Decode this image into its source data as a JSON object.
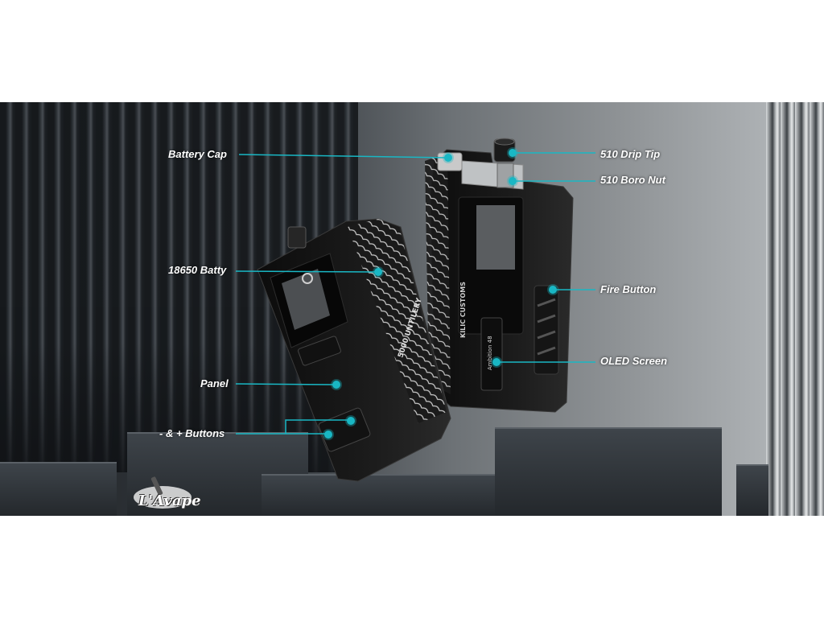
{
  "callouts": {
    "battery_cap": "Battery Cap",
    "drip_tip": "510 Drip Tip",
    "boro_nut": "510 Boro Nut",
    "battery": "18650 Batty",
    "fire_button": "Fire Button",
    "panel": "Panel",
    "oled_screen": "OLED Screen",
    "buttons": "- & + Buttons"
  },
  "device_text": {
    "front_side": "5000 UNTILERY",
    "rear_side": "KILIC CUSTOMS"
  },
  "logo": {
    "text": "L'Avape"
  },
  "colors": {
    "callout_line": "#19b7c4",
    "label": "#ffffff",
    "device": "#141414"
  }
}
